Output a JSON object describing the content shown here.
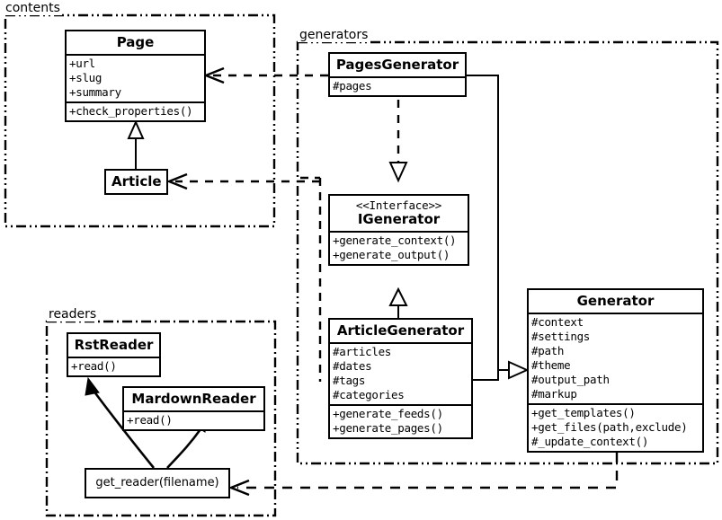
{
  "diagram": {
    "type": "uml-class-diagram",
    "packages": [
      {
        "id": "contents",
        "label": "contents"
      },
      {
        "id": "generators",
        "label": "generators"
      },
      {
        "id": "readers",
        "label": "readers"
      }
    ],
    "classes": [
      {
        "id": "page",
        "name": "Page",
        "package": "contents",
        "attributes": [
          "+url",
          "+slug",
          "+summary"
        ],
        "methods": [
          "+check_properties()"
        ]
      },
      {
        "id": "article",
        "name": "Article",
        "package": "contents",
        "attributes": [],
        "methods": []
      },
      {
        "id": "pages-generator",
        "name": "PagesGenerator",
        "package": "generators",
        "attributes": [
          "#pages"
        ],
        "methods": []
      },
      {
        "id": "igenerator",
        "name": "IGenerator",
        "stereotype": "<<Interface>>",
        "package": "generators",
        "attributes": [],
        "methods": [
          "+generate_context()",
          "+generate_output()"
        ]
      },
      {
        "id": "article-generator",
        "name": "ArticleGenerator",
        "package": "generators",
        "attributes": [
          "#articles",
          "#dates",
          "#tags",
          "#categories"
        ],
        "methods": [
          "+generate_feeds()",
          "+generate_pages()"
        ]
      },
      {
        "id": "generator",
        "name": "Generator",
        "package": "generators",
        "attributes": [
          "#context",
          "#settings",
          "#path",
          "#theme",
          "#output_path",
          "#markup"
        ],
        "methods": [
          "+get_templates()",
          "+get_files(path,exclude)",
          "#_update_context()"
        ]
      },
      {
        "id": "rst-reader",
        "name": "RstReader",
        "package": "readers",
        "attributes": [],
        "methods": [
          "+read()"
        ]
      },
      {
        "id": "mardown-reader",
        "name": "MardownReader",
        "package": "readers",
        "attributes": [],
        "methods": [
          "+read()"
        ]
      },
      {
        "id": "get-reader",
        "name": "get_reader(filename)",
        "package": "readers",
        "kind": "function",
        "attributes": [],
        "methods": []
      }
    ],
    "relations": [
      {
        "from": "article",
        "to": "page",
        "kind": "generalization"
      },
      {
        "from": "pages-generator",
        "to": "igenerator",
        "kind": "realization"
      },
      {
        "from": "article-generator",
        "to": "igenerator",
        "kind": "generalization"
      },
      {
        "from": "pages-generator",
        "to": "generator",
        "kind": "generalization"
      },
      {
        "from": "article-generator",
        "to": "generator",
        "kind": "generalization"
      },
      {
        "from": "pages-generator",
        "to": "page",
        "kind": "dependency"
      },
      {
        "from": "article-generator",
        "to": "article",
        "kind": "dependency"
      },
      {
        "from": "generator",
        "to": "get-reader",
        "kind": "dependency"
      },
      {
        "from": "get-reader",
        "to": "rst-reader",
        "kind": "uses"
      },
      {
        "from": "get-reader",
        "to": "mardown-reader",
        "kind": "uses"
      }
    ],
    "colors": {
      "stroke": "#000000",
      "fill": "#ffffff"
    }
  }
}
